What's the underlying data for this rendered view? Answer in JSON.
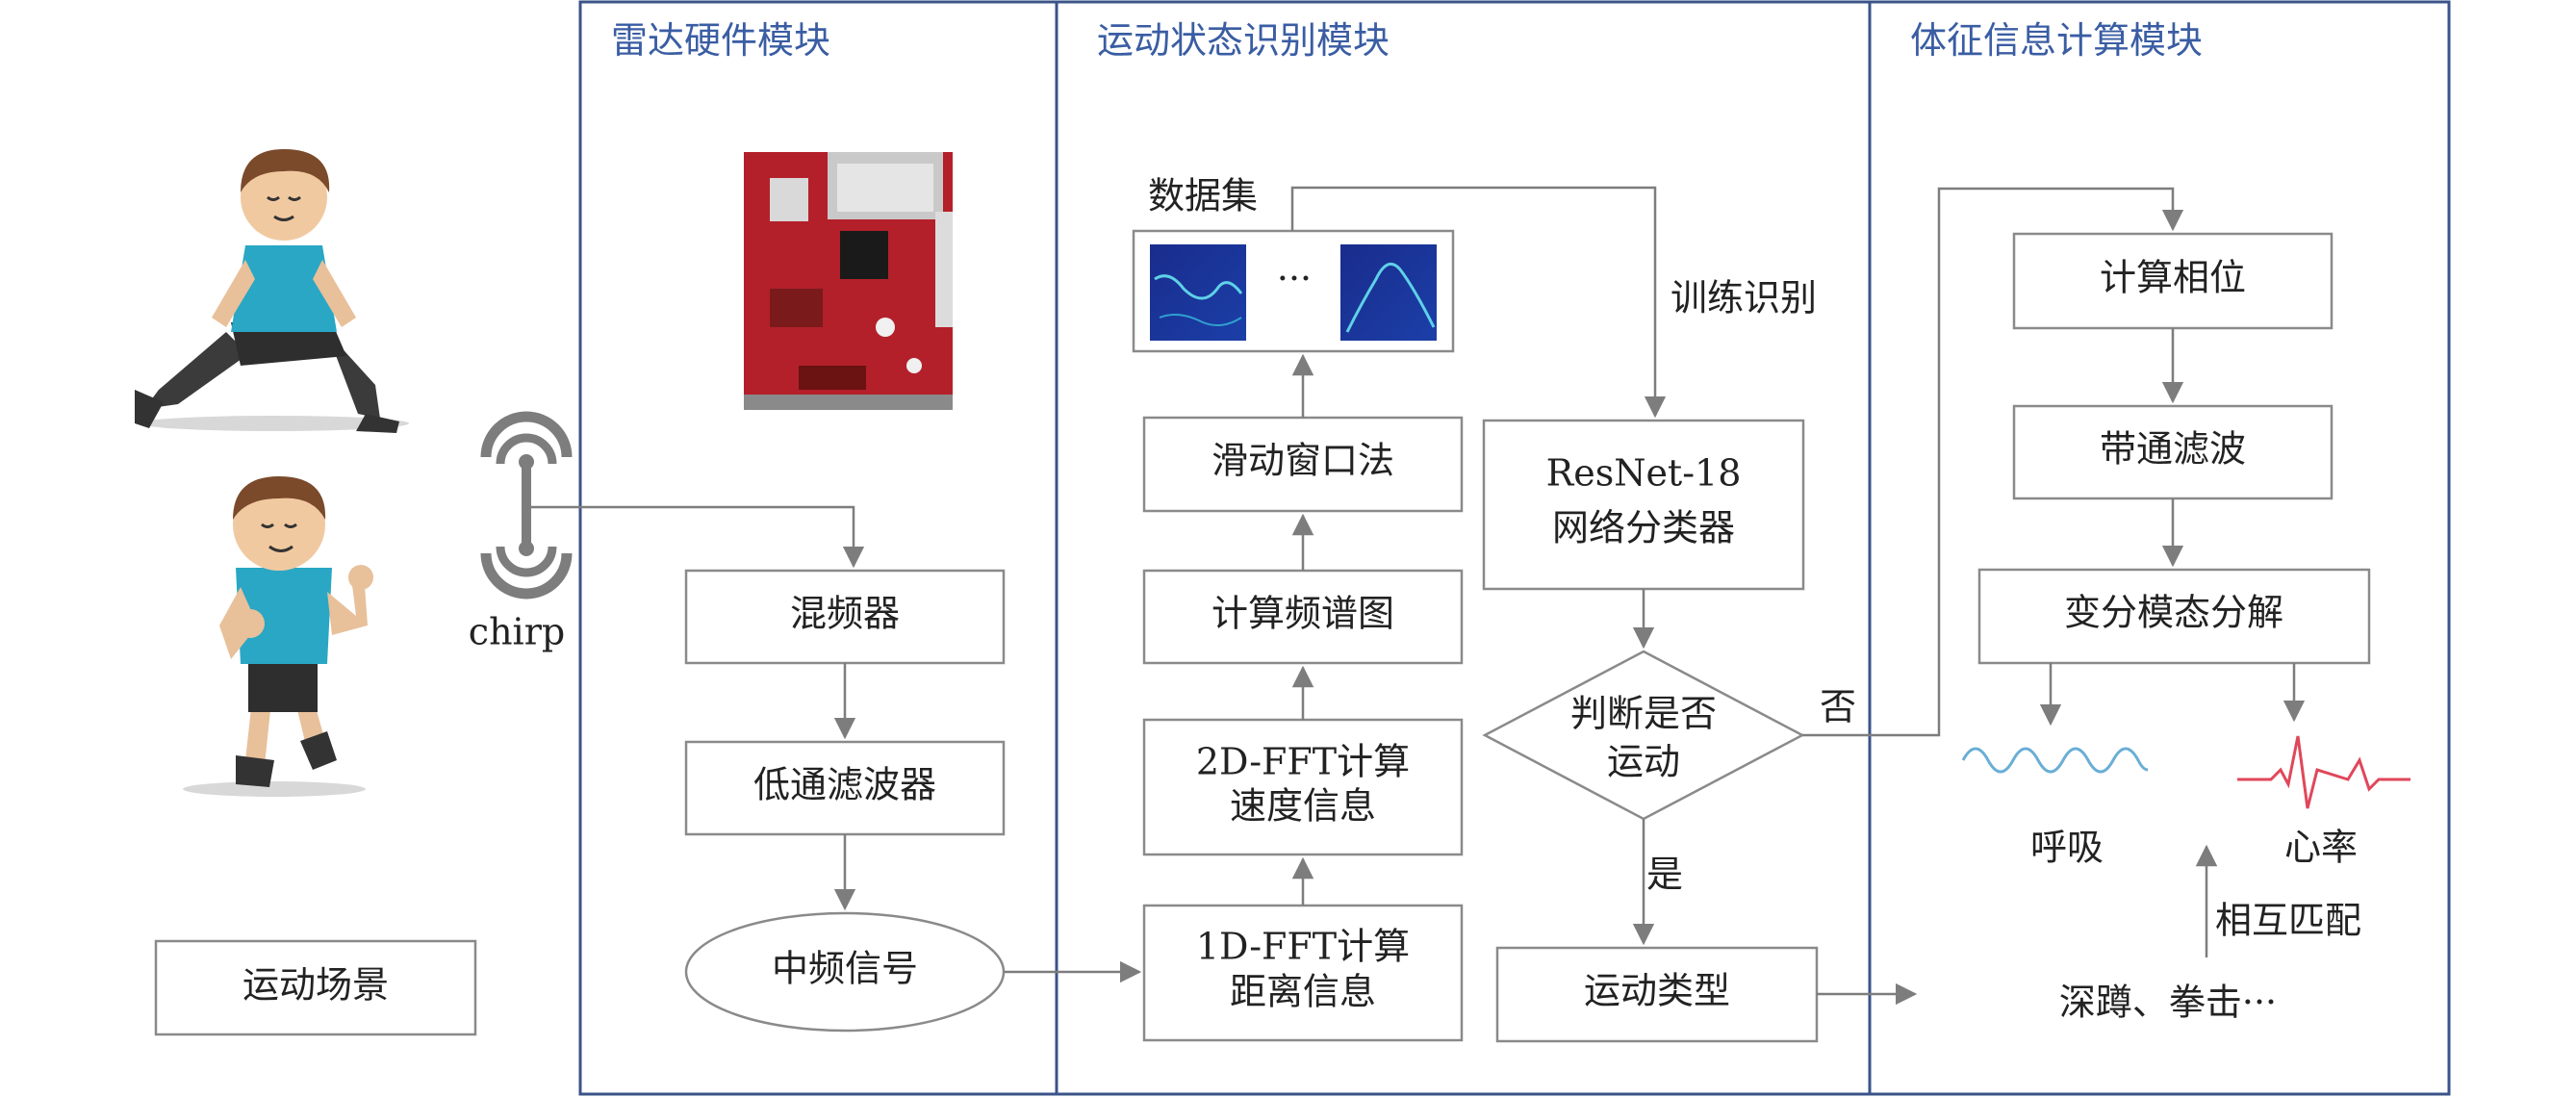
{
  "panels": {
    "radar": "雷达硬件模块",
    "motion": "运动状态识别模块",
    "vital": "体征信息计算模块"
  },
  "left": {
    "chirp": "chirp",
    "scene": "运动场景"
  },
  "radar": {
    "mixer": "混频器",
    "lowpass": "低通滤波器",
    "if_signal": "中频信号"
  },
  "motion": {
    "dataset": "数据集",
    "ellipsis": "···",
    "sliding": "滑动窗口法",
    "spectrum": "计算频谱图",
    "fft2d_1": "2D-FFT计算",
    "fft2d_2": "速度信息",
    "fft1d_1": "1D-FFT计算",
    "fft1d_2": "距离信息",
    "train": "训练识别",
    "resnet_1": "ResNet-18",
    "resnet_2": "网络分类器",
    "decision_1": "判断是否",
    "decision_2": "运动",
    "yes": "是",
    "no": "否",
    "motion_type": "运动类型"
  },
  "vital": {
    "phase": "计算相位",
    "bandpass": "带通滤波",
    "vmd": "变分模态分解",
    "breath": "呼吸",
    "heart": "心率",
    "match": "相互匹配",
    "examples": "深蹲、拳击···"
  },
  "colors": {
    "panel_border": "#3a5389",
    "panel_title": "#3a5da3",
    "breath_wave": "#6aaed6",
    "heart_wave": "#e0475a",
    "board": "#b3202a"
  }
}
